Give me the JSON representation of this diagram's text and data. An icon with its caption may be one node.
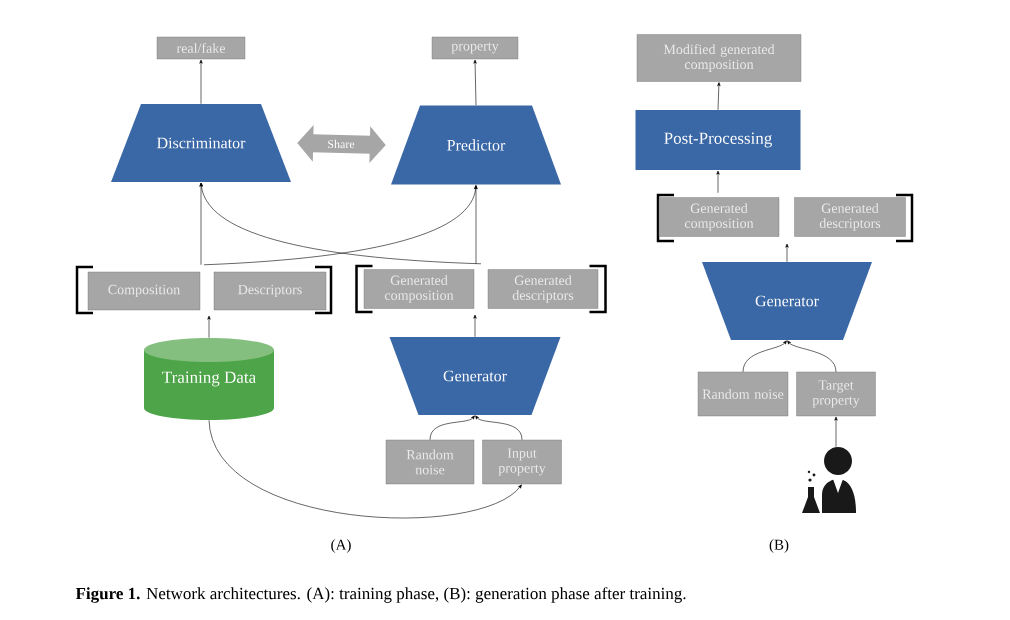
{
  "diagram": {
    "caption": "**Figure 1.** Network architectures. (A): training phase, (B): generation phase after training.",
    "nodes": [
      {
        "text": [
          "real/fake"
        ]
      },
      {
        "text": [
          "property"
        ]
      },
      {
        "text": [
          "Discriminator"
        ]
      },
      {
        "text": [
          "Predictor"
        ]
      },
      {
        "text": [],
        "shape": "bracket"
      },
      {
        "text": [
          "Composition"
        ],
        "in": 4
      },
      {
        "text": [
          "Descriptors"
        ],
        "in": 4
      },
      {
        "text": [],
        "shape": "bracket"
      },
      {
        "text": [
          "Generated composition"
        ],
        "in": 7
      },
      {
        "text": [
          "Generated descriptors"
        ],
        "in": 7
      },
      {
        "text": [
          "Training Data"
        ]
      },
      {
        "text": [
          "Generator"
        ]
      },
      {
        "text": [
          "Random noise"
        ]
      },
      {
        "text": [
          "Input property"
        ]
      },
      {
        "text": [
          "Modified generated composition"
        ]
      },
      {
        "text": [
          "Post-Processing"
        ]
      },
      {
        "text": [],
        "shape": "bracket"
      },
      {
        "text": [
          "Generated composition"
        ],
        "in": 16
      },
      {
        "text": [
          "Generated descriptors"
        ],
        "in": 16
      },
      {
        "text": [
          "Generator"
        ]
      },
      {
        "text": [
          "Random noise"
        ]
      },
      {
        "text": [
          "Target property"
        ]
      },
      {
        "text": [],
        "shape": "person"
      }
    ],
    "edges": [
      {
        "from": 2,
        "to": 0,
        "arrow": "to"
      },
      {
        "from": 3,
        "to": 1,
        "arrow": "to"
      },
      {
        "from": 2,
        "to": 3,
        "arrow": "both",
        "label": "Share",
        "style": "thick",
        "color": "#a6a6a6"
      },
      {
        "from": 4,
        "to": 2,
        "arrow": "to"
      },
      {
        "from": 4,
        "to": 3,
        "arrow": "to"
      },
      {
        "from": 7,
        "to": 2,
        "arrow": "to"
      },
      {
        "from": 7,
        "to": 3,
        "arrow": "to"
      },
      {
        "from": 10,
        "to": 4,
        "arrow": "to"
      },
      {
        "from": 11,
        "to": 7,
        "arrow": "to"
      },
      {
        "from": 12,
        "to": 11,
        "arrow": "to"
      },
      {
        "from": 13,
        "to": 11,
        "arrow": "to"
      },
      {
        "from": 10,
        "to": 13,
        "arrow": "to"
      },
      {
        "from": 15,
        "to": 14,
        "arrow": "to"
      },
      {
        "from": 16,
        "to": 15,
        "arrow": "to"
      },
      {
        "from": 19,
        "to": 16,
        "arrow": "to"
      },
      {
        "from": 20,
        "to": 19,
        "arrow": "to"
      },
      {
        "from": 21,
        "to": 19,
        "arrow": "to"
      },
      {
        "from": 22,
        "to": 21,
        "arrow": "to"
      }
    ],
    "labels": [
      "(A)",
      "(B)"
    ]
  }
}
